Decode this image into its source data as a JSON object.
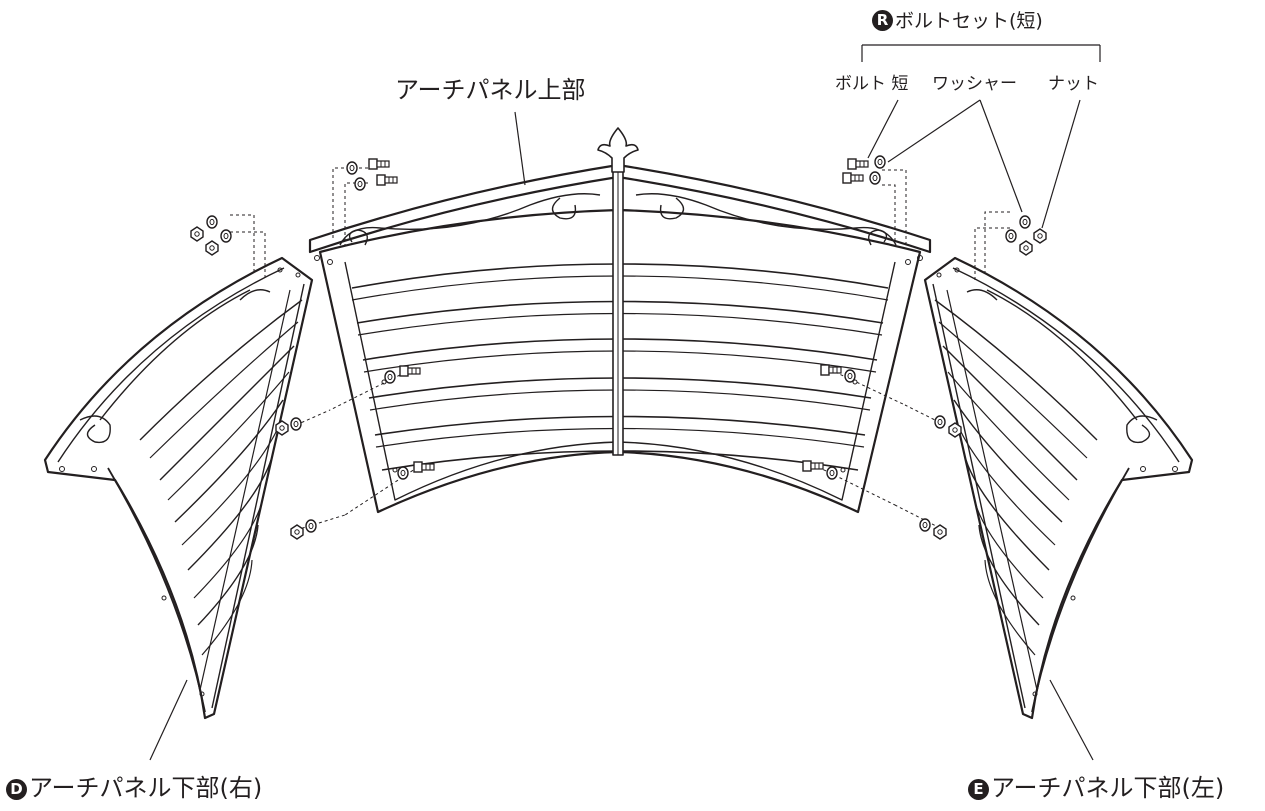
{
  "labels": {
    "upper_panel": "アーチパネル上部",
    "right_lower_panel": {
      "badge": "D",
      "text": "アーチパネル下部(右)"
    },
    "left_lower_panel": {
      "badge": "E",
      "text": "アーチパネル下部(左)"
    },
    "bolt_set": {
      "badge": "R",
      "text": "ボルトセット(短)"
    },
    "bolt_short": "ボルト 短",
    "washer": "ワッシャー",
    "nut": "ナット"
  },
  "colors": {
    "line": "#231f20",
    "background": "#ffffff"
  }
}
